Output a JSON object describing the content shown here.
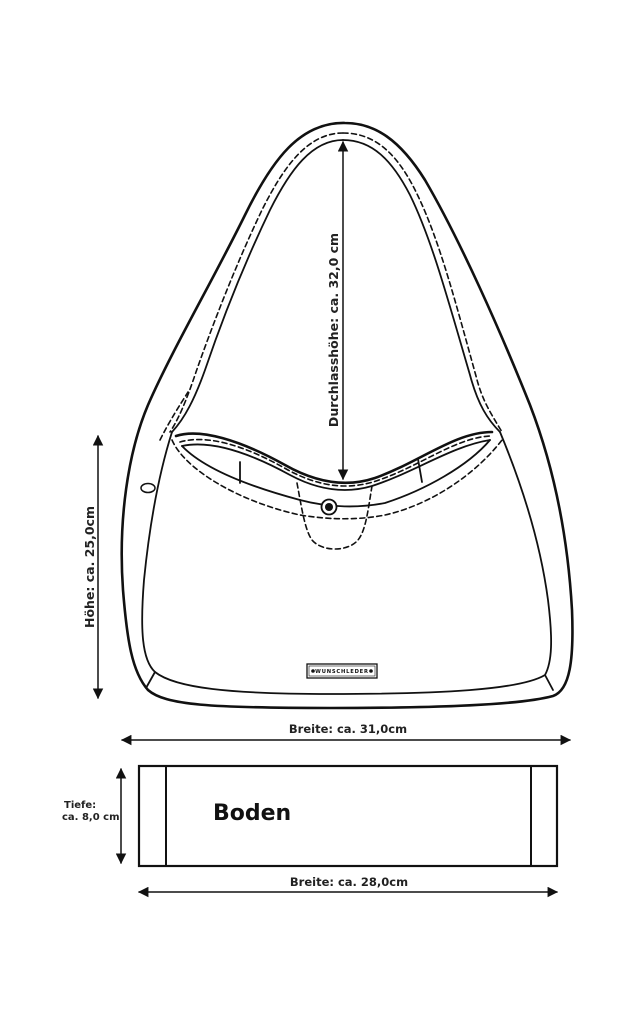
{
  "diagram": {
    "title": "Handbag technical sketch with dimensions",
    "colors": {
      "stroke": "#111111",
      "label": "#222222",
      "background": "#ffffff"
    },
    "bag": {
      "brand_label": "WUNSCHLEDER",
      "features": [
        "shoulder-strap",
        "top-stitching",
        "magnetic-snap-closure",
        "tab-flap",
        "side-loop",
        "brand-patch"
      ]
    },
    "dimensions": {
      "strap_drop": "Durchlasshöhe: ca. 32,0 cm",
      "height": "Höhe: ca. 25,0cm",
      "width": "Breite: ca. 31,0cm",
      "depth_line1": "Tiefe:",
      "depth_line2": "ca. 8,0 cm",
      "base_width": "Breite: ca. 28,0cm"
    },
    "base_panel": {
      "label": "Boden"
    }
  }
}
